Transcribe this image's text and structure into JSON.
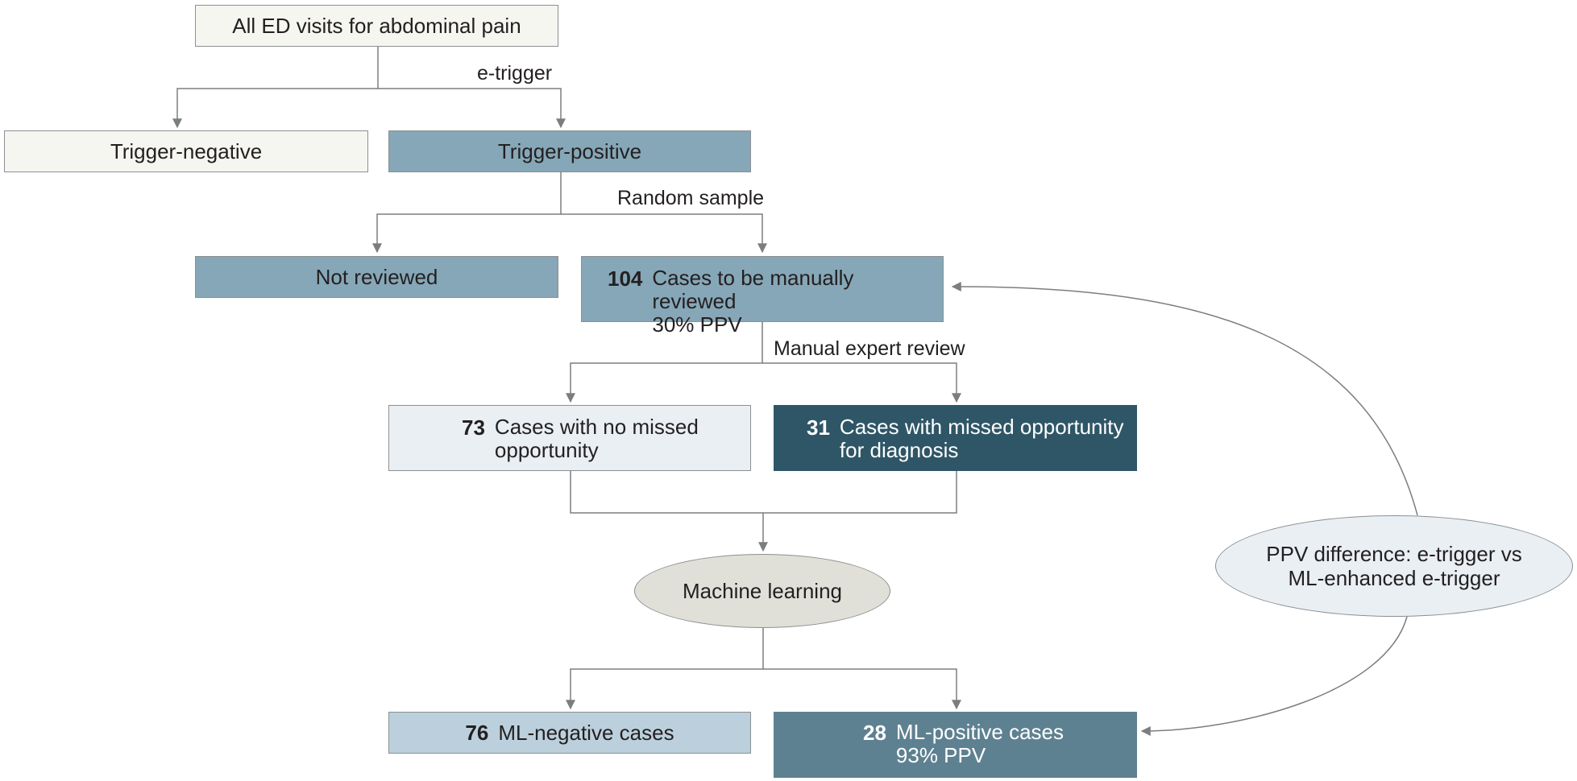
{
  "nodes": {
    "all_ed_visits": "All ED visits for abdominal pain",
    "trigger_negative": "Trigger-negative",
    "trigger_positive": "Trigger-positive",
    "not_reviewed": "Not reviewed",
    "manual_review": {
      "count": "104",
      "line1": "Cases to be manually reviewed",
      "line2": "30% PPV"
    },
    "no_missed": {
      "count": "73",
      "line1": "Cases with no missed",
      "line2": "opportunity"
    },
    "missed": {
      "count": "31",
      "line1": "Cases with missed opportunity",
      "line2": "for diagnosis"
    },
    "machine_learning": "Machine learning",
    "ml_negative": {
      "count": "76",
      "line1": "ML-negative cases"
    },
    "ml_positive": {
      "count": "28",
      "line1": "ML-positive cases",
      "line2": "93% PPV"
    },
    "ppv_difference": {
      "line1": "PPV difference: e-trigger vs",
      "line2": "ML-enhanced e-trigger"
    }
  },
  "edge_labels": {
    "e_trigger": "e-trigger",
    "random_sample": "Random sample",
    "manual_expert_review": "Manual expert review"
  },
  "colors": {
    "connector": "#7b7e80",
    "cream": "#f6f6f1",
    "steel_blue": "#86a7b7",
    "pale_blue": "#e9eff3",
    "dark_teal": "#2f5667",
    "light_blue": "#bbd0dc",
    "mid_teal": "#5e8191",
    "ellipse_gray": "#e1e0d8"
  }
}
